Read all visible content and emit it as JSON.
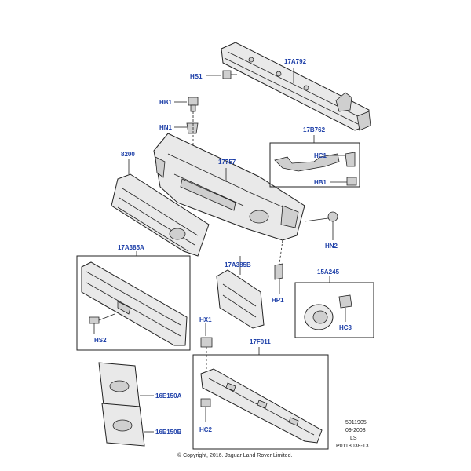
{
  "labels": {
    "l_17A792": "17A792",
    "l_HS1": "HS1",
    "l_HB1_top": "HB1",
    "l_HN1": "HN1",
    "l_17B762": "17B762",
    "l_8200": "8200",
    "l_17757": "17757",
    "l_HC1": "HC1",
    "l_HB1_box": "HB1",
    "l_HN2": "HN2",
    "l_17A385A": "17A385A",
    "l_17A385B": "17A385B",
    "l_15A245": "15A245",
    "l_HP1": "HP1",
    "l_HS2": "HS2",
    "l_HC3": "HC3",
    "l_HX1": "HX1",
    "l_17F011": "17F011",
    "l_16E150A": "16E150A",
    "l_16E150B": "16E150B",
    "l_HC2": "HC2"
  },
  "meta": {
    "code1": "5011905",
    "code2": "09-2008",
    "code3": "LS",
    "code4": "P0118038-13",
    "copyright": "© Copyright, 2016. Jaguar Land Rover Limited."
  }
}
